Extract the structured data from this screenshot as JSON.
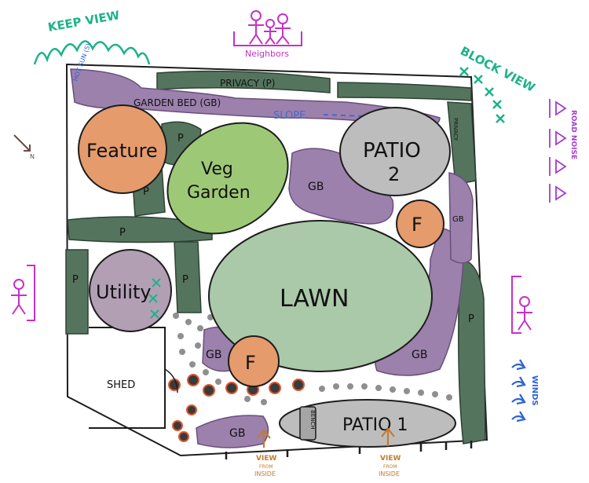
{
  "colors": {
    "privacy": "#55745e",
    "garden_bed": "#9c81ad",
    "feature": "#e59b6c",
    "veg": "#9dc977",
    "lawn": "#aac9a8",
    "patio": "#bdbdbd",
    "utility": "#b29fb4",
    "keep_view": "#1bb38a",
    "block_view": "#1bb38a",
    "neighbors": "#c531c8",
    "road_noise": "#a43bcc",
    "slope": "#4a67c8",
    "winds": "#2e63d6",
    "view_inside": "#c27b30",
    "paths": "#8a8a8a",
    "stones": "#e0552f"
  },
  "icons": {
    "north_arrow": "north-arrow-icon",
    "neighbor_figures": "stick-figure-icon",
    "wind": "wind-arrow-icon",
    "view_arrow": "view-arrow-icon",
    "noise": "triangle-noise-icon"
  },
  "labels": {
    "keep_view": "KEEP VIEW",
    "neighbors": "Neighbors",
    "block_view": "BLOCK VIEW",
    "road_noise": "ROAD NOISE",
    "north": "N",
    "privacy_top": "PRIVACY (P)",
    "garden_bed_top": "GARDEN BED (GB)",
    "slope": "SLOPE",
    "hot_sun": "HOT SUN (S)",
    "privacy_tr": "PRIVACY",
    "feature": "Feature",
    "veg": "Veg",
    "garden": "Garden",
    "patio2_a": "PATIO",
    "patio2_b": "2",
    "gb": "GB",
    "f": "F",
    "p": "P",
    "lawn": "LAWN",
    "utility": "Utility",
    "shed": "SHED",
    "patio1": "PATIO 1",
    "bench": "BENCH",
    "view_line1": "VIEW",
    "view_line2": "FROM",
    "view_line3": "INSIDE",
    "winds": "WINDS"
  }
}
